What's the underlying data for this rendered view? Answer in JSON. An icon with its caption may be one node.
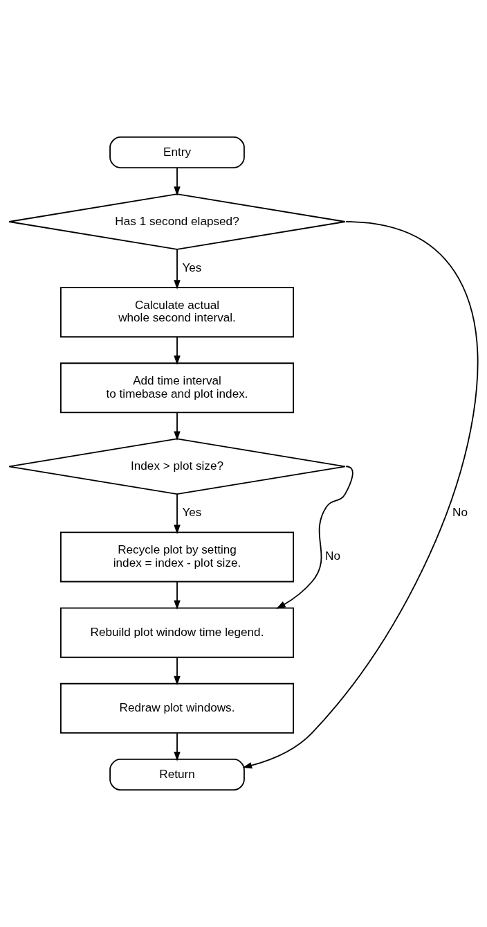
{
  "diagram": {
    "nodes": [
      {
        "text": [
          "Entry"
        ]
      },
      {
        "text": [
          "Has 1 second elapsed?"
        ]
      },
      {
        "text": [
          "Calculate actual whole second interval."
        ]
      },
      {
        "text": [
          "Add time interval to timebase and plot index."
        ]
      },
      {
        "text": [
          "Index > plot size?"
        ]
      },
      {
        "text": [
          "Recycle plot by setting index = index - plot size."
        ]
      },
      {
        "text": [
          "Rebuild plot window time legend."
        ]
      },
      {
        "text": [
          "Redraw plot windows."
        ]
      },
      {
        "text": [
          "Return"
        ]
      }
    ],
    "edges": [
      {
        "from": 0,
        "to": 1,
        "arrow": "to"
      },
      {
        "from": 1,
        "to": 2,
        "arrow": "to",
        "label": "Yes"
      },
      {
        "from": 2,
        "to": 3,
        "arrow": "to"
      },
      {
        "from": 3,
        "to": 4,
        "arrow": "to"
      },
      {
        "from": 4,
        "to": 5,
        "arrow": "to",
        "label": "Yes"
      },
      {
        "from": 5,
        "to": 6,
        "arrow": "to"
      },
      {
        "from": 4,
        "to": 6,
        "arrow": "to",
        "label": "No"
      },
      {
        "from": 6,
        "to": 7,
        "arrow": "to"
      },
      {
        "from": 7,
        "to": 8,
        "arrow": "to"
      },
      {
        "from": 1,
        "to": 8,
        "arrow": "to",
        "label": "No"
      }
    ]
  }
}
